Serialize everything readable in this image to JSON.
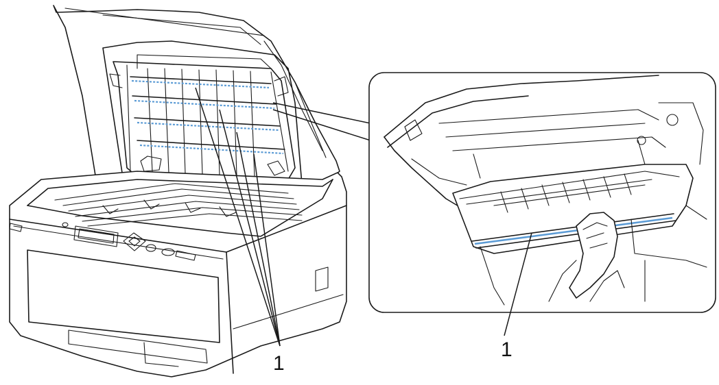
{
  "colors": {
    "line": "#1a1a1a",
    "highlight_wire": "#5b9bd5",
    "background": "#ffffff"
  },
  "callouts": [
    {
      "id": "printer-wires",
      "label": "1"
    },
    {
      "id": "detail-wire",
      "label": "1"
    }
  ]
}
